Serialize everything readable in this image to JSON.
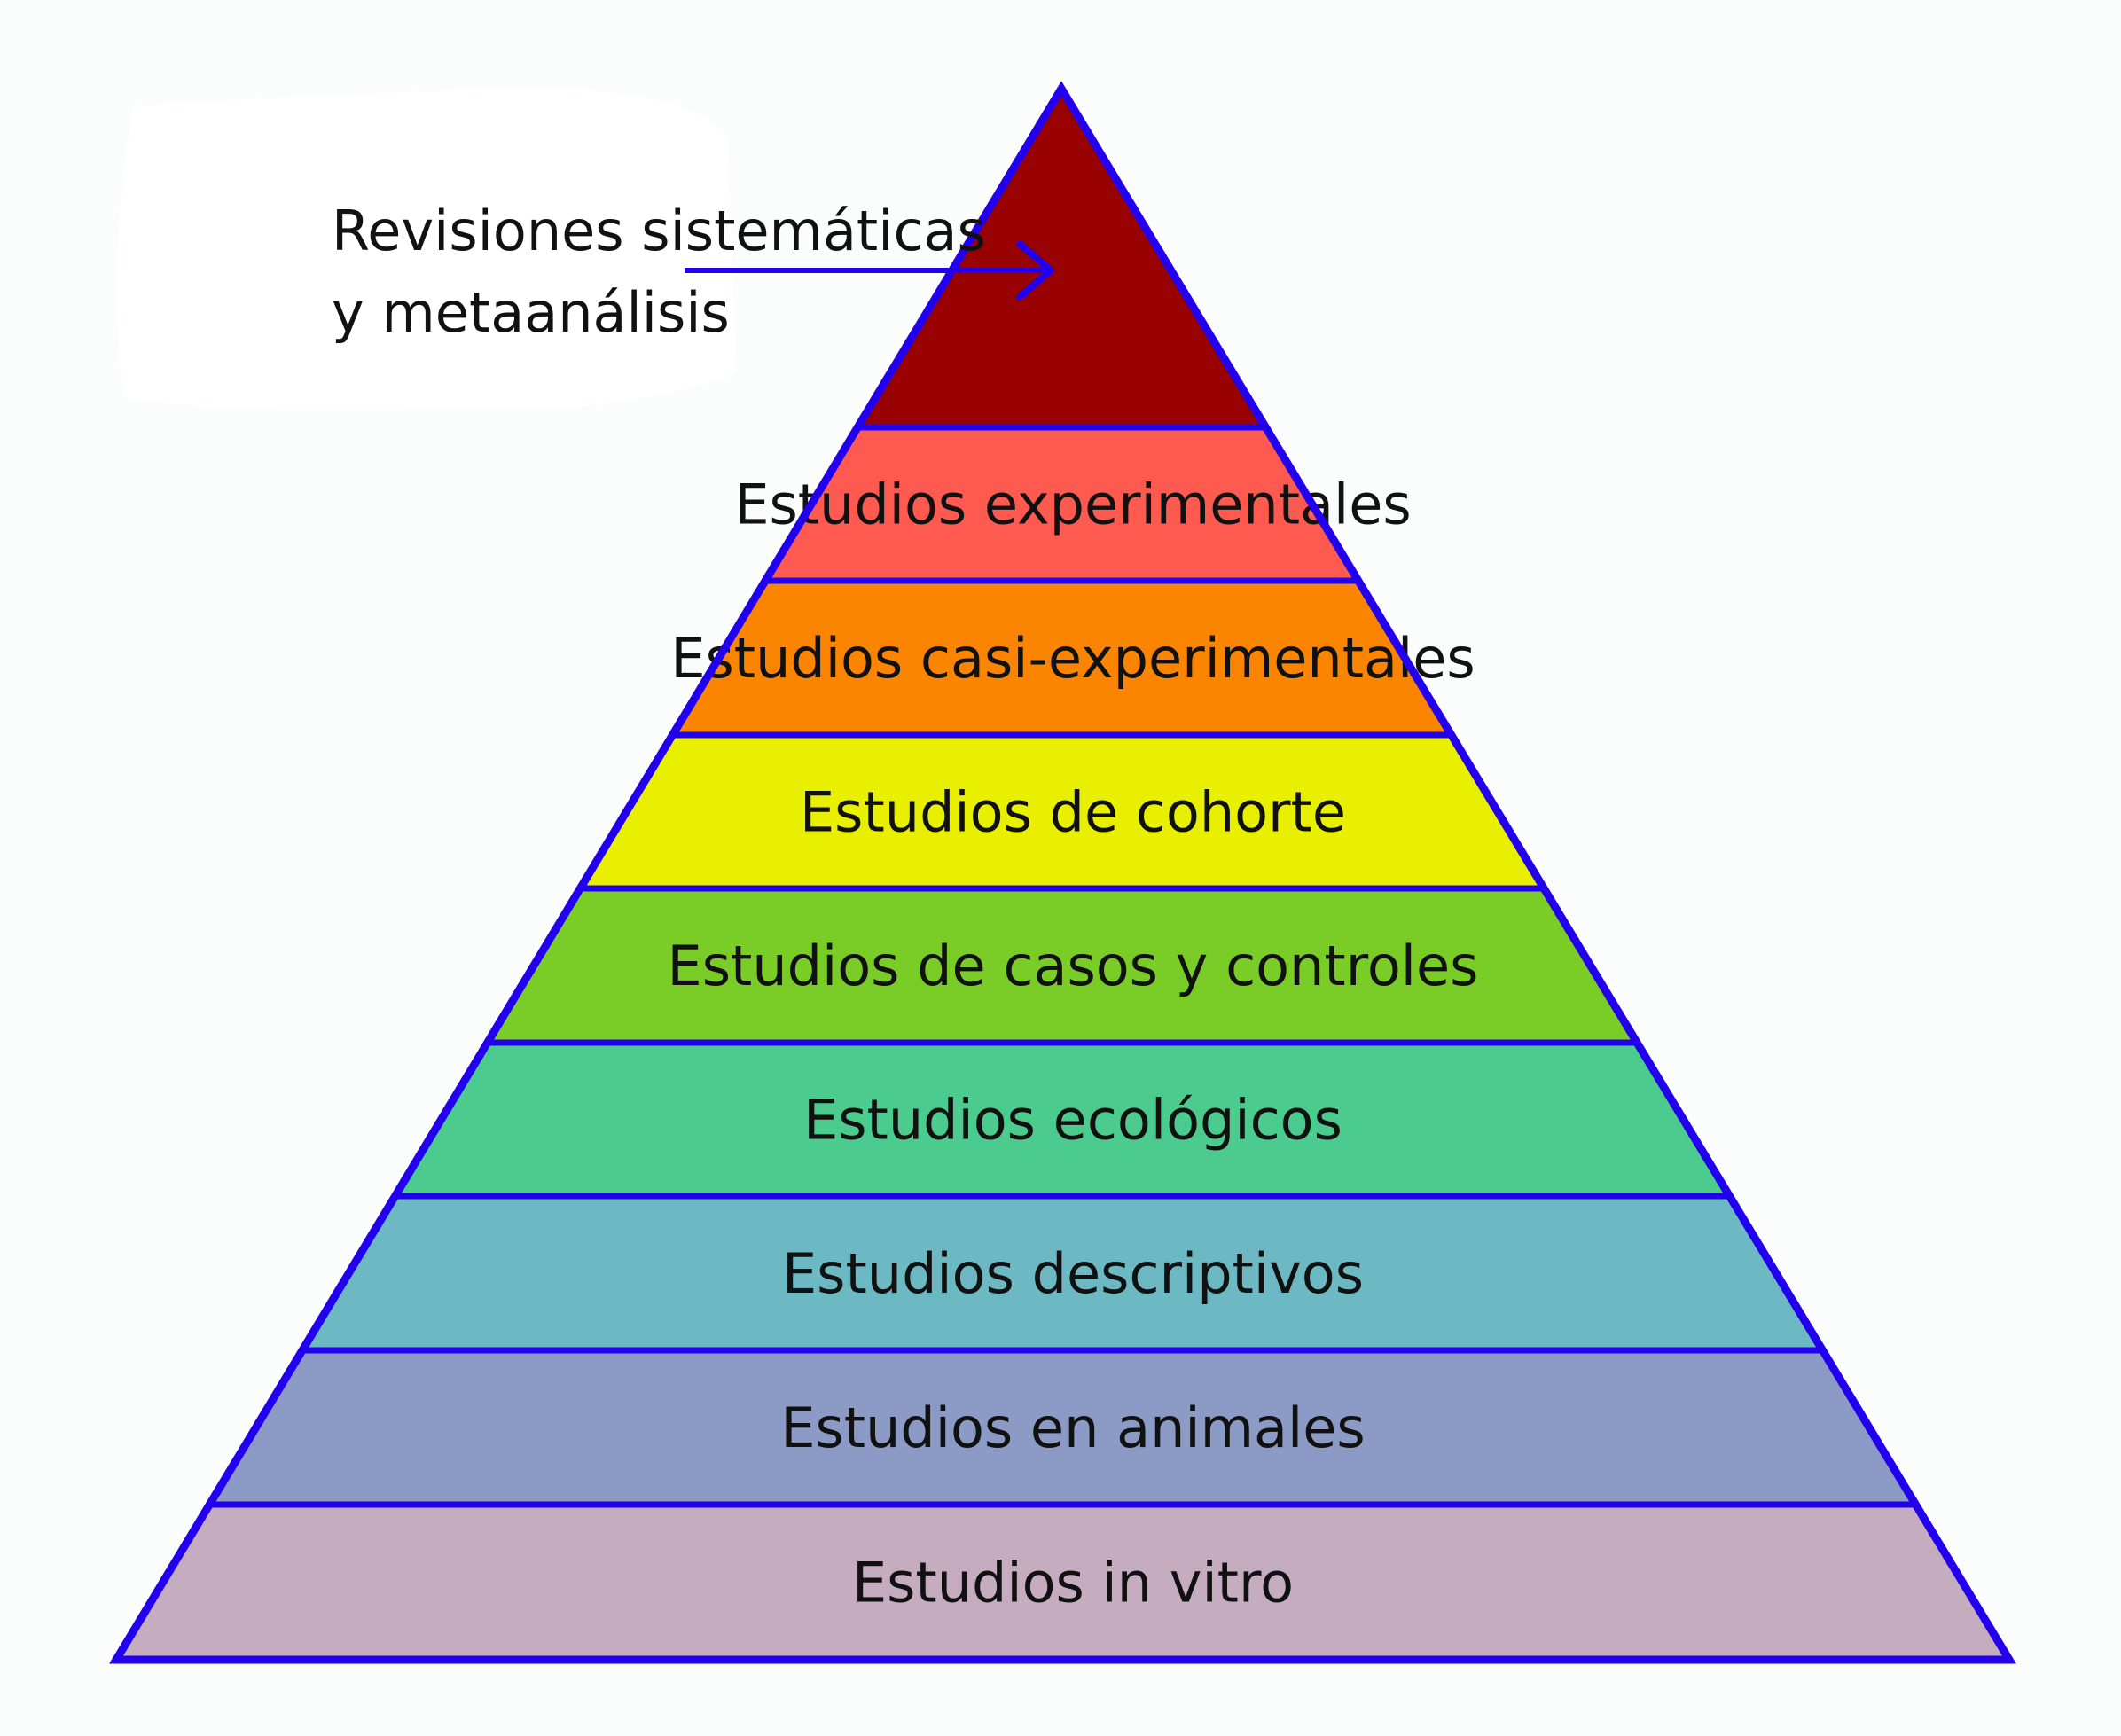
{
  "diagram": {
    "top_label": {
      "line1": "Revisiones sistemáticas",
      "line2": "y metaanálisis"
    },
    "outline_color": "#2200ee",
    "tiers": [
      {
        "label": "",
        "color": "#990000"
      },
      {
        "label": "Estudios experimentales",
        "color": "#ff5a50"
      },
      {
        "label": "Estudios casi-experimentales",
        "color": "#fb8500"
      },
      {
        "label": "Estudios de cohorte",
        "color": "#e8f000"
      },
      {
        "label": "Estudios de casos y controles",
        "color": "#7acc26"
      },
      {
        "label": "Estudios ecológicos",
        "color": "#4ccb8f"
      },
      {
        "label": "Estudios descriptivos",
        "color": "#6cb9c3"
      },
      {
        "label": "Estudios en animales",
        "color": "#8b9bc6"
      },
      {
        "label": "Estudios in vitro",
        "color": "#c5acbe"
      }
    ]
  }
}
